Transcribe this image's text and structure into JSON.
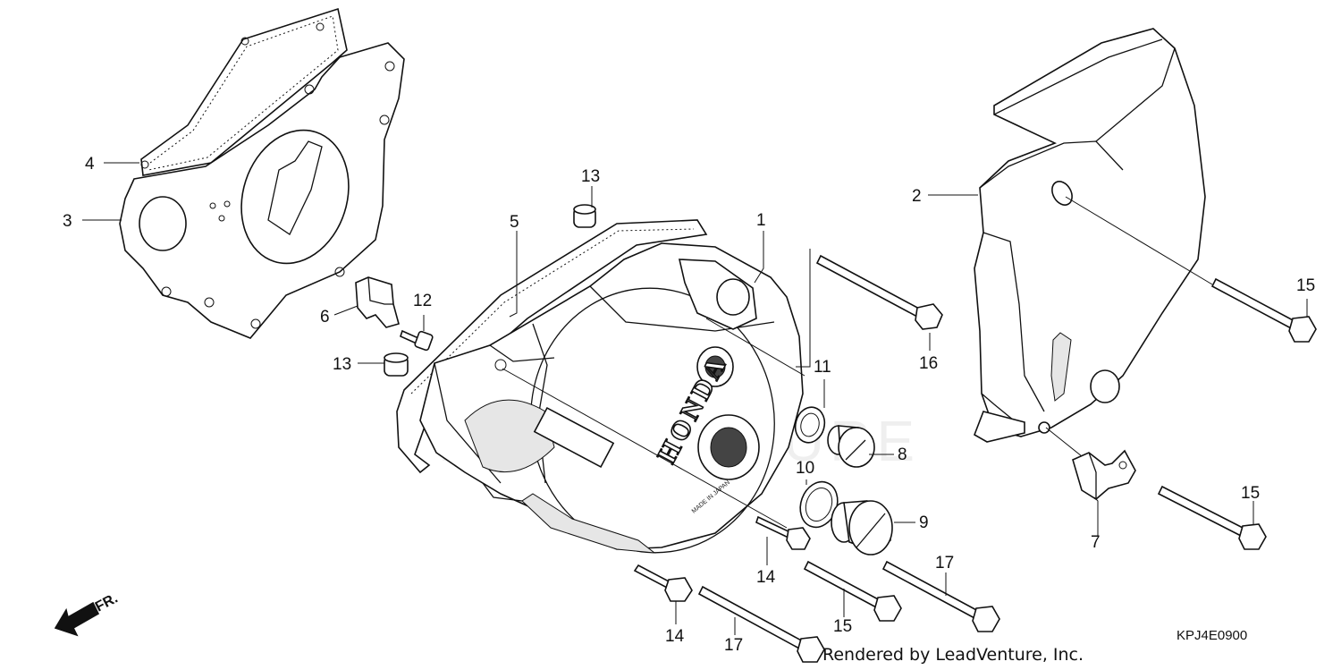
{
  "diagram": {
    "callouts": {
      "c1": "1",
      "c2": "2",
      "c3": "3",
      "c4": "4",
      "c5": "5",
      "c6": "6",
      "c7": "7",
      "c8": "8",
      "c9": "9",
      "c10": "10",
      "c11": "11",
      "c12": "12",
      "c13a": "13",
      "c13b": "13",
      "c14a": "14",
      "c14b": "14",
      "c15a": "15",
      "c15b": "15",
      "c15c": "15",
      "c16": "16",
      "c17a": "17",
      "c17b": "17"
    },
    "brand_text": "HONDA",
    "cast_stamp": "MADE IN JAPAN",
    "direction_label": "FR.",
    "diagram_code": "KPJ4E0900",
    "credit": "Rendered by LeadVenture, Inc.",
    "watermark": "LEADVENTURE"
  }
}
